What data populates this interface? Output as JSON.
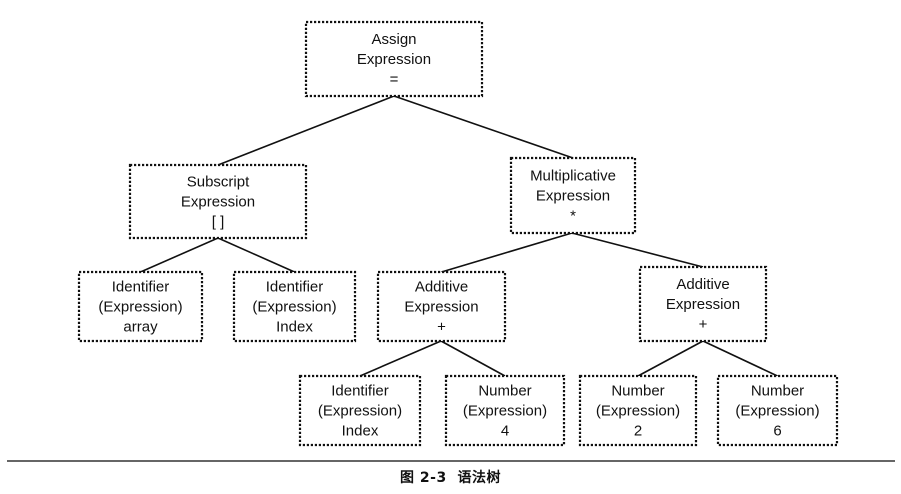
{
  "diagram": {
    "nodes": [
      {
        "id": "assign",
        "lines": [
          "Assign",
          "Expression",
          "="
        ]
      },
      {
        "id": "subscript",
        "lines": [
          "Subscript",
          "Expression",
          "[ ]"
        ]
      },
      {
        "id": "multiplicative",
        "lines": [
          "Multiplicative",
          "Expression",
          "*"
        ]
      },
      {
        "id": "identifier-array",
        "lines": [
          "Identifier",
          "(Expression)",
          "array"
        ]
      },
      {
        "id": "identifier-index-1",
        "lines": [
          "Identifier",
          "(Expression)",
          "Index"
        ]
      },
      {
        "id": "additive-left",
        "lines": [
          "Additive",
          "Expression",
          "+"
        ]
      },
      {
        "id": "additive-right",
        "lines": [
          "Additive",
          "Expression",
          "+"
        ]
      },
      {
        "id": "identifier-index-2",
        "lines": [
          "Identifier",
          "(Expression)",
          "Index"
        ]
      },
      {
        "id": "number-4",
        "lines": [
          "Number",
          "(Expression)",
          "4"
        ]
      },
      {
        "id": "number-2",
        "lines": [
          "Number",
          "(Expression)",
          "2"
        ]
      },
      {
        "id": "number-6",
        "lines": [
          "Number",
          "(Expression)",
          "6"
        ]
      }
    ],
    "edges": [
      [
        "assign",
        "subscript"
      ],
      [
        "assign",
        "multiplicative"
      ],
      [
        "subscript",
        "identifier-array"
      ],
      [
        "subscript",
        "identifier-index-1"
      ],
      [
        "multiplicative",
        "additive-left"
      ],
      [
        "multiplicative",
        "additive-right"
      ],
      [
        "additive-left",
        "identifier-index-2"
      ],
      [
        "additive-left",
        "number-4"
      ],
      [
        "additive-right",
        "number-2"
      ],
      [
        "additive-right",
        "number-6"
      ]
    ]
  },
  "caption": "图 2-3  语法树"
}
